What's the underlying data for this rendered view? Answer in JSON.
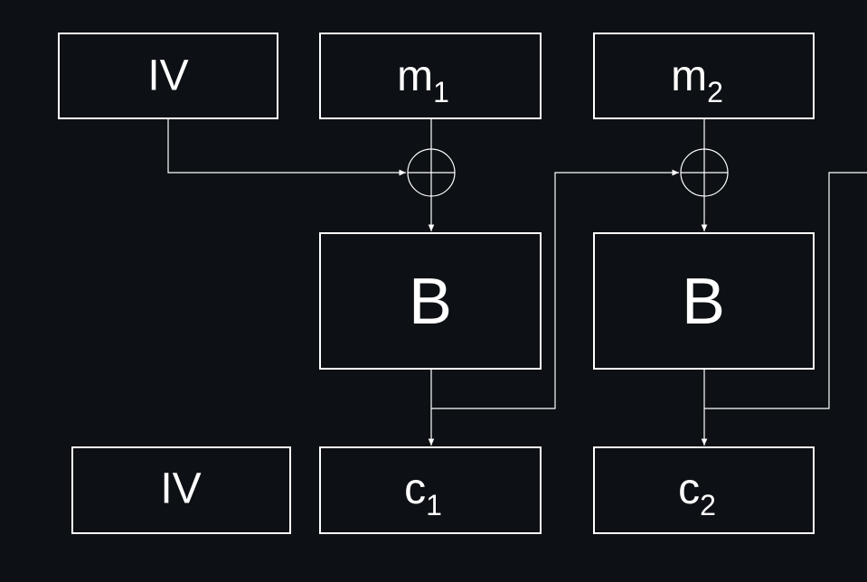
{
  "diagram": {
    "iv_top": "IV",
    "iv_bottom": "IV",
    "block_label": "B",
    "m1": {
      "base": "m",
      "sub": "1"
    },
    "m2": {
      "base": "m",
      "sub": "2"
    },
    "c1": {
      "base": "c",
      "sub": "1"
    },
    "c2": {
      "base": "c",
      "sub": "2"
    },
    "colors": {
      "background": "#0d1014",
      "foreground": "#ffffff"
    }
  }
}
